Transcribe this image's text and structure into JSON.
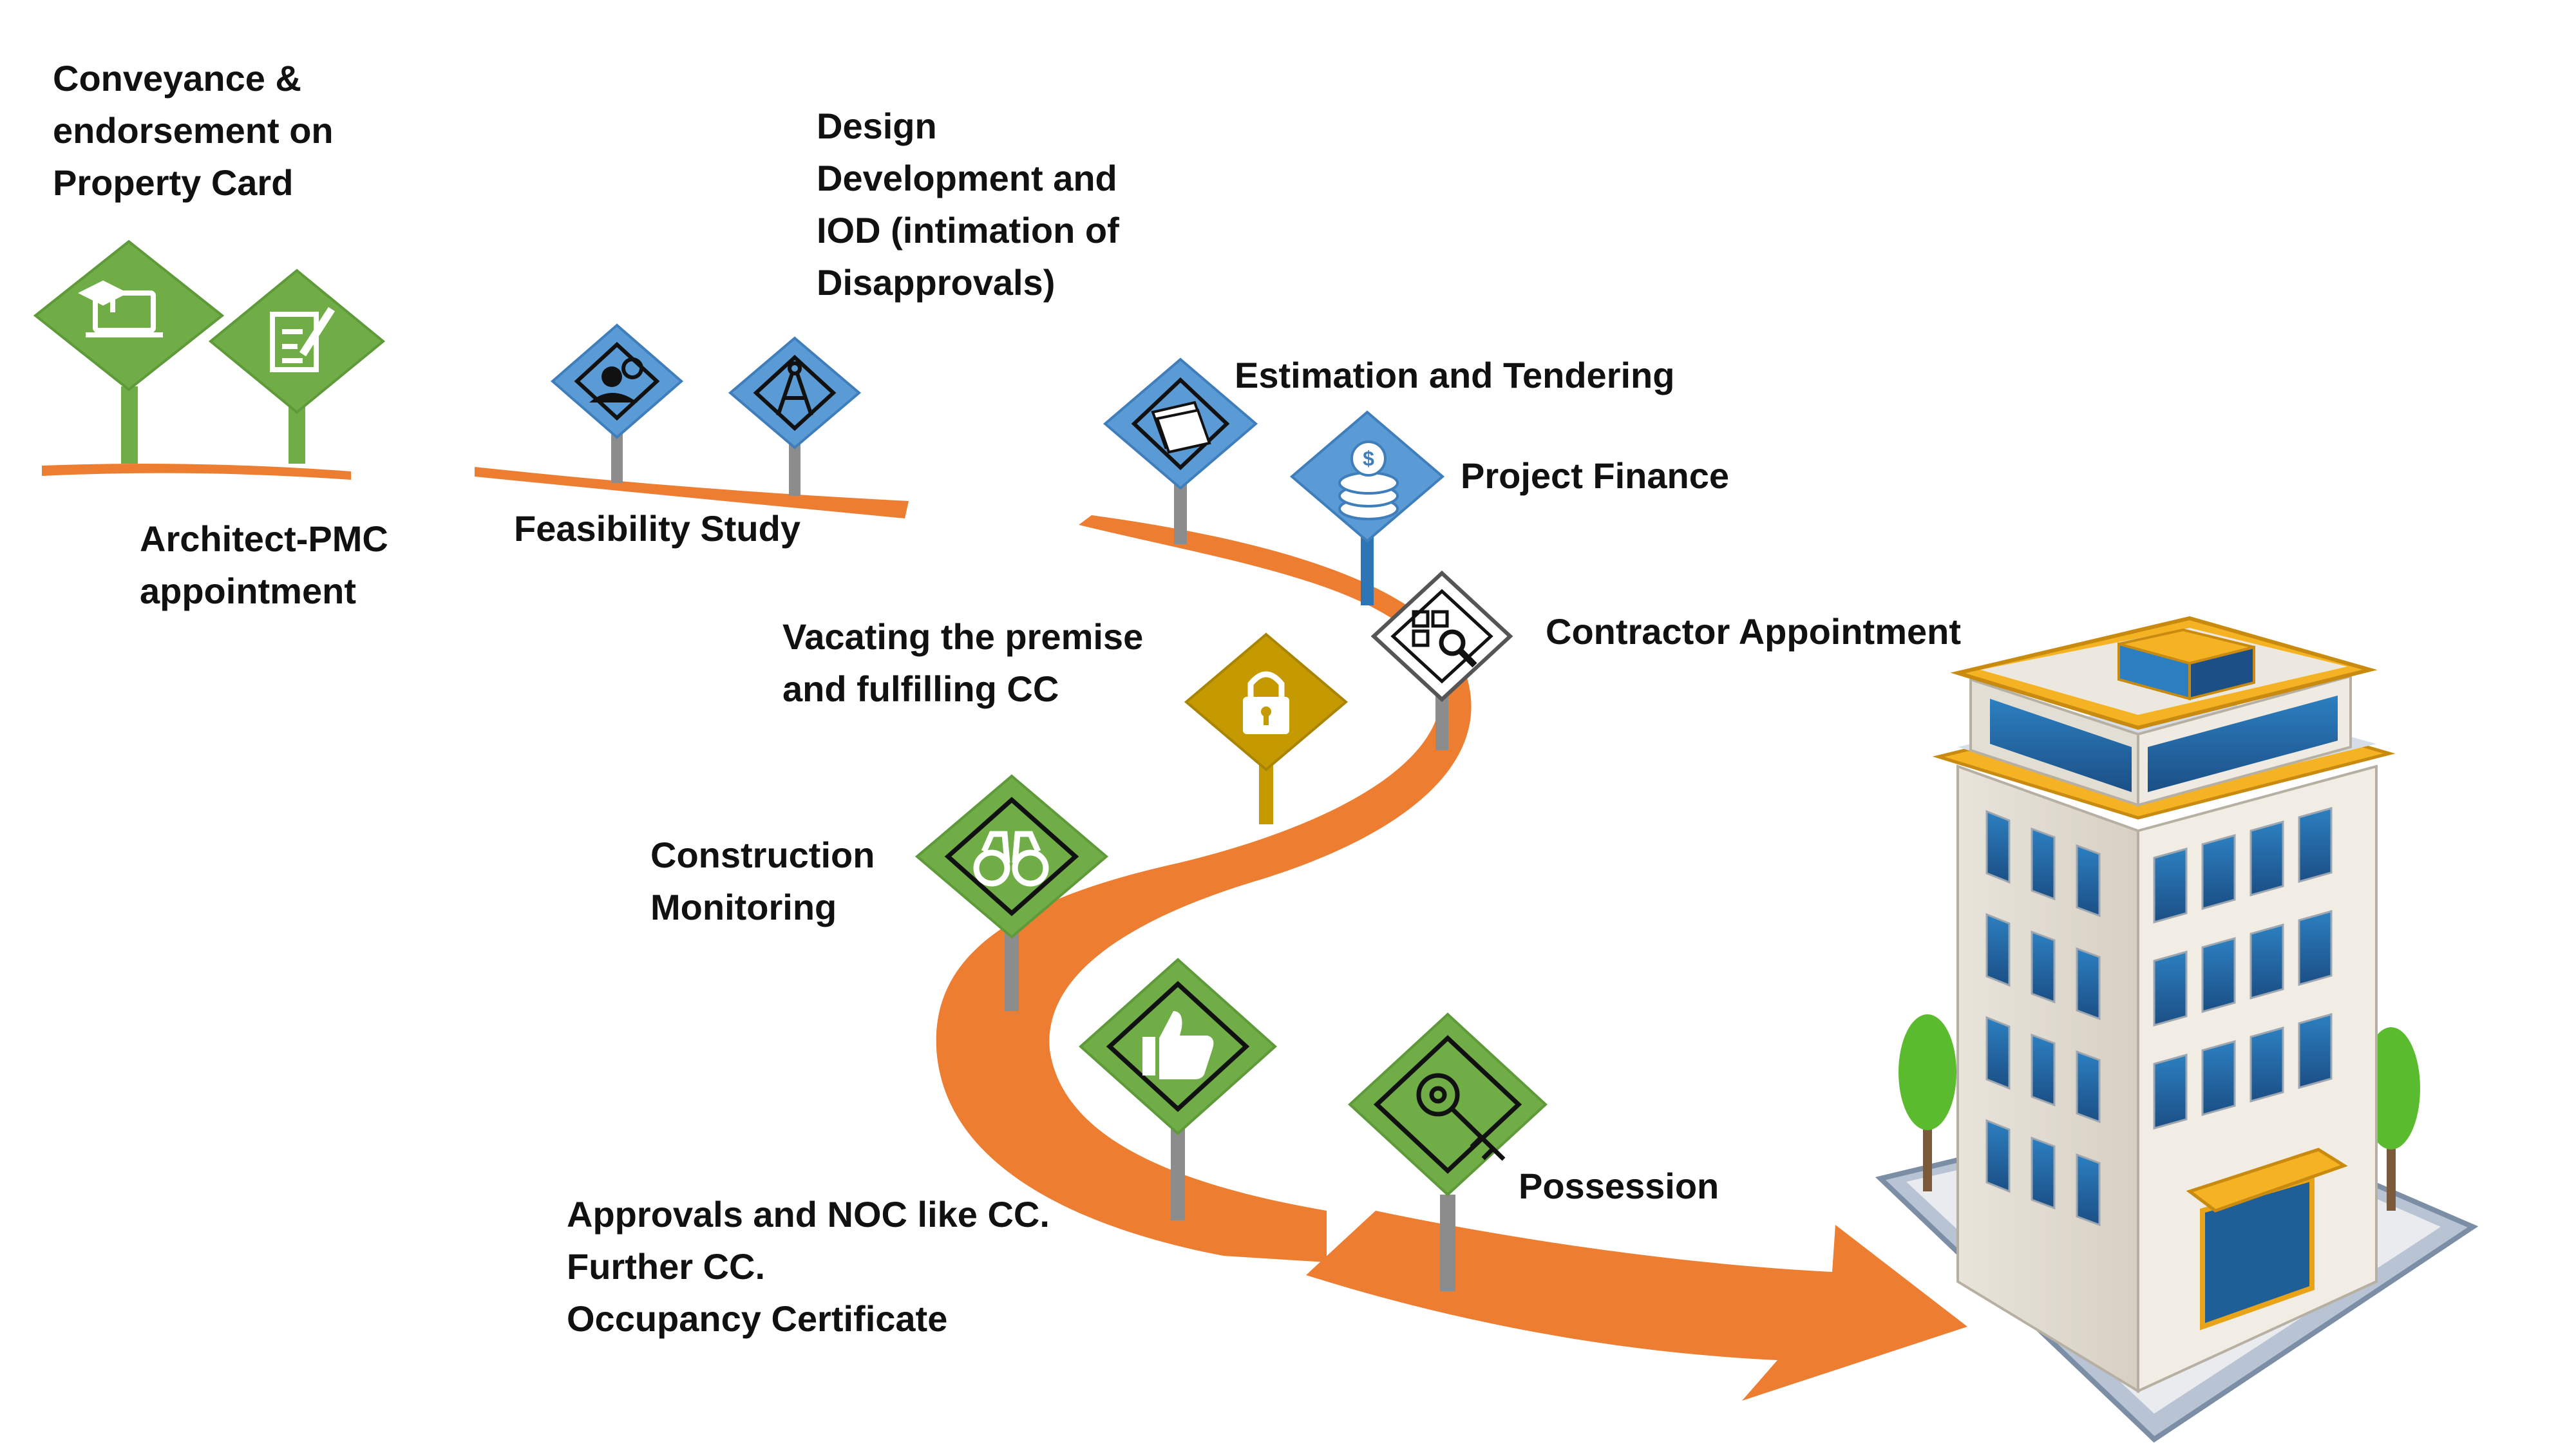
{
  "colors": {
    "road": "#ED7D31",
    "green_sign": "#70AD47",
    "green_sign_dark": "#4E8A30",
    "blue_sign": "#5B9BD5",
    "gold_sign": "#C49A00",
    "white_sign": "#FFFFFF",
    "post_grey": "#8C8C8C",
    "text": "#111111"
  },
  "steps": [
    {
      "id": "conveyance",
      "lines": [
        "Conveyance &",
        "endorsement on",
        "Property Card"
      ],
      "icon": "laptop-graduate-icon",
      "sign_color": "green"
    },
    {
      "id": "architect-pmc",
      "lines": [
        "Architect-PMC",
        "appointment"
      ],
      "icon": "document-edit-icon",
      "sign_color": "green"
    },
    {
      "id": "feasibility",
      "lines": [
        "Feasibility Study"
      ],
      "icon": "person-magnifier-icon",
      "sign_color": "blue"
    },
    {
      "id": "design",
      "lines": [
        "Design",
        "Development and",
        "IOD (intimation of",
        "Disapprovals)"
      ],
      "icon": "compass-icon",
      "sign_color": "blue"
    },
    {
      "id": "estimation",
      "lines": [
        "Estimation and Tendering"
      ],
      "icon": "papers-icon",
      "sign_color": "blue"
    },
    {
      "id": "finance",
      "lines": [
        "Project Finance"
      ],
      "icon": "coins-icon",
      "sign_color": "blue"
    },
    {
      "id": "contractor",
      "lines": [
        "Contractor Appointment"
      ],
      "icon": "qr-search-icon",
      "sign_color": "white"
    },
    {
      "id": "vacating",
      "lines": [
        "Vacating the premise",
        "and fulfilling CC"
      ],
      "icon": "padlock-icon",
      "sign_color": "gold"
    },
    {
      "id": "monitoring",
      "lines": [
        "Construction",
        "Monitoring"
      ],
      "icon": "binoculars-icon",
      "sign_color": "green"
    },
    {
      "id": "approvals",
      "lines": [
        "Approvals and NOC like CC.",
        "Further CC.",
        "Occupancy Certificate"
      ],
      "icon": "thumbs-up-icon",
      "sign_color": "green"
    },
    {
      "id": "possession",
      "lines": [
        "Possession"
      ],
      "icon": "key-icon",
      "sign_color": "green"
    }
  ],
  "destination": {
    "icon": "office-building-icon"
  }
}
